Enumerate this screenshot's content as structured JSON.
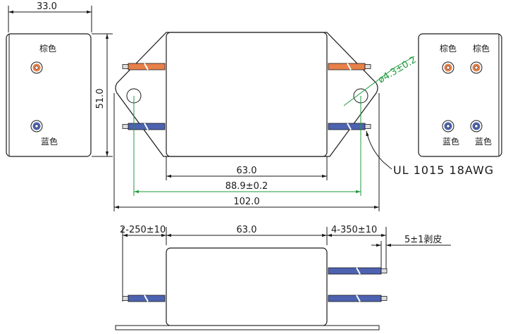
{
  "side_view_left": {
    "width_dim": "33.0",
    "height_dim": "51.0",
    "top_terminal_color": "棕色",
    "bottom_terminal_color": "蓝色"
  },
  "top_view": {
    "body_dim": "63.0",
    "hole_spacing_dim": "88.9±0.2",
    "overall_dim": "102.0",
    "hole_dia_dim": "ø4.3±0.2",
    "wire_note": "UL 1015 18AWG"
  },
  "side_view_right": {
    "top_left_label": "棕色",
    "top_right_label": "棕色",
    "bottom_left_label": "蓝色",
    "bottom_right_label": "蓝色"
  },
  "front_view": {
    "left_wire_dim": "2-250±10",
    "body_dim": "63.0",
    "right_wire_dim": "4-350±10",
    "strip_dim": "5±1剥皮"
  },
  "colors": {
    "brown_wire": "#e8804a",
    "blue_wire": "#4d62b0",
    "green_dim": "#1f9a3c",
    "line": "#1a1a1a"
  }
}
